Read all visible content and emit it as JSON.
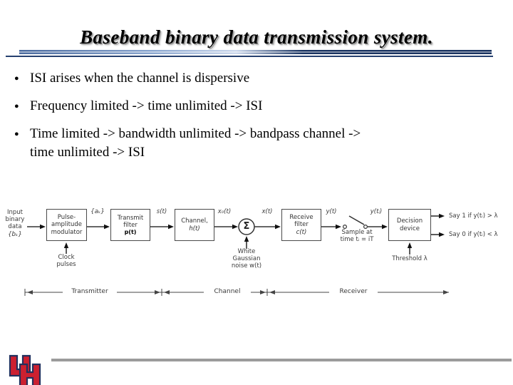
{
  "slide": {
    "title": "Baseband binary data transmission system.",
    "bullet_glyph": "●",
    "bullets": [
      "ISI arises when the channel is dispersive",
      "Frequency limited -> time unlimited -> ISI",
      "Time limited -> bandwidth unlimited -> bandpass channel ->\ntime unlimited -> ISI"
    ]
  },
  "diagram": {
    "input_label": "Input\nbinary\ndata",
    "input_symbol": "{bₖ}",
    "blocks": [
      {
        "label": "Pulse-\namplitude\nmodulator",
        "symbol": ""
      },
      {
        "label": "Transmit\nfilter",
        "symbol": "p(t)"
      },
      {
        "label": "Channel,",
        "symbol": "h(t)"
      },
      {
        "label": "Receive\nfilter",
        "symbol": "c(t)"
      },
      {
        "label": "Decision\ndevice",
        "symbol": ""
      }
    ],
    "signals": {
      "ak": "{aₖ}",
      "st": "s(t)",
      "x0t": "x₀(t)",
      "xt": "x(t)",
      "yt": "y(t)",
      "yti": "y(tᵢ)"
    },
    "sum_symbol": "Σ",
    "notes": {
      "clock": "Clock\npulses",
      "noise": "White\nGaussian\nnoise w(t)",
      "sample": "Sample at\ntime tᵢ = iT",
      "threshold": "Threshold λ"
    },
    "outputs": [
      "Say 1 if y(tᵢ) > λ",
      "Say 0 if y(tᵢ) < λ"
    ],
    "sections": [
      "Transmitter",
      "Channel",
      "Receiver"
    ]
  },
  "footer": {
    "logo_text": "UH"
  },
  "colors": {
    "accent_navy": "#1c3765",
    "logo_red": "#cc2030",
    "separator_gray": "#9b9b9b"
  }
}
